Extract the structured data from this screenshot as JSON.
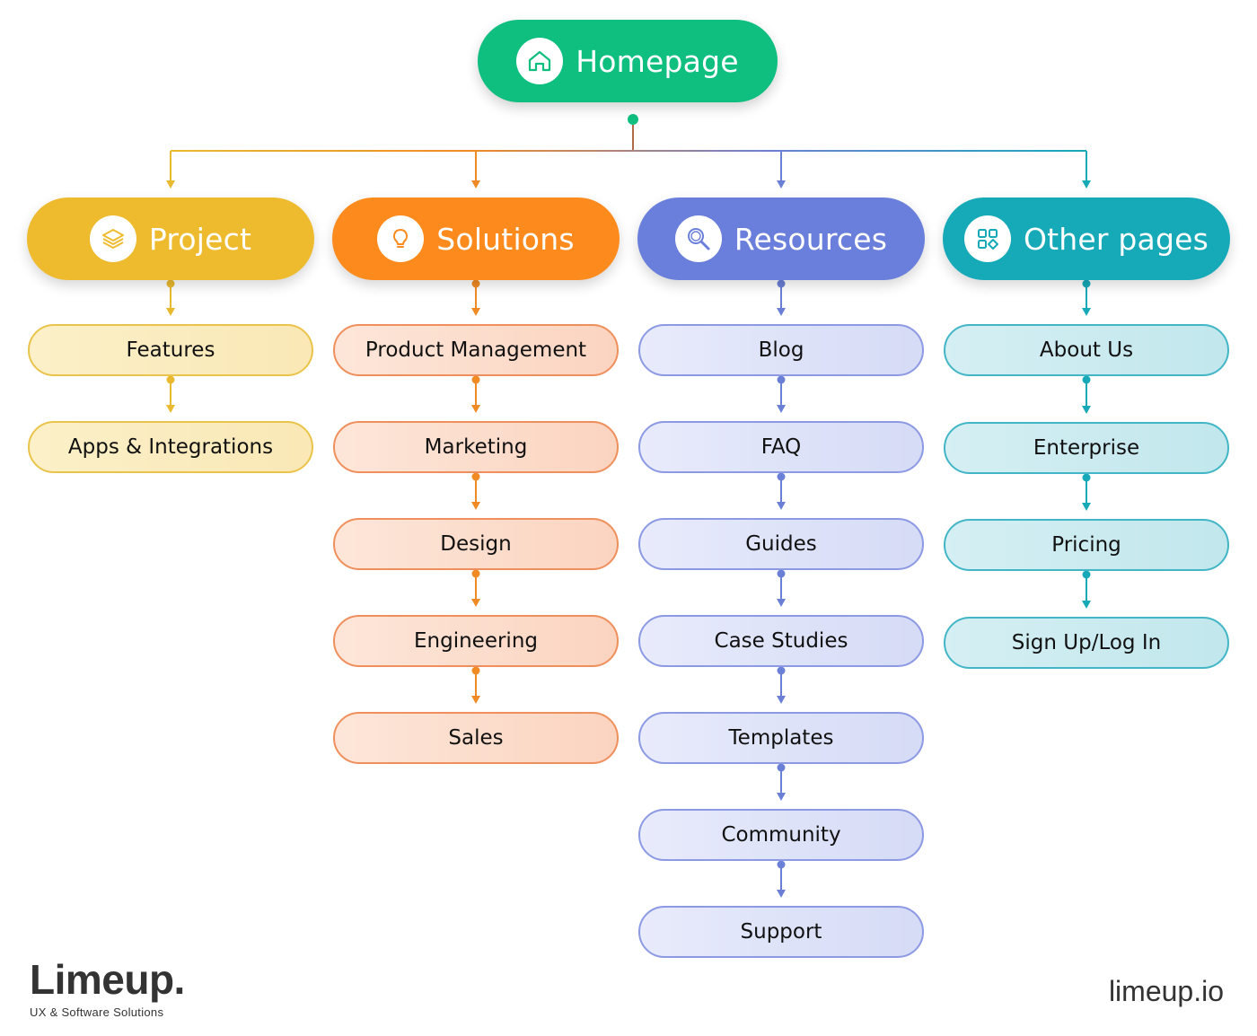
{
  "root": {
    "label": "Homepage",
    "icon": "home-icon",
    "color": "#0fbf7f"
  },
  "categories": [
    {
      "key": "project",
      "label": "Project",
      "icon": "layers-icon",
      "color": "#eebb2e",
      "line_color": "#e9b92f",
      "items": [
        "Features",
        "Apps & Integrations"
      ]
    },
    {
      "key": "solutions",
      "label": "Solutions",
      "icon": "lightbulb-icon",
      "color": "#fd8a1c",
      "line_color": "#f08a25",
      "items": [
        "Product Management",
        "Marketing",
        "Design",
        "Engineering",
        "Sales"
      ]
    },
    {
      "key": "resources",
      "label": "Resources",
      "icon": "search-icon",
      "color": "#6a7fdb",
      "line_color": "#6a7fd6",
      "items": [
        "Blog",
        "FAQ",
        "Guides",
        "Case Studies",
        "Templates",
        "Community",
        "Support"
      ]
    },
    {
      "key": "other",
      "label": "Other pages",
      "icon": "grid-icon",
      "color": "#16aab8",
      "line_color": "#17a9b8",
      "items": [
        "About Us",
        "Enterprise",
        "Pricing",
        "Sign Up/Log In"
      ]
    }
  ],
  "brand": {
    "name": "Limeup.",
    "tagline": "UX & Software Solutions"
  },
  "site": "limeup.io"
}
